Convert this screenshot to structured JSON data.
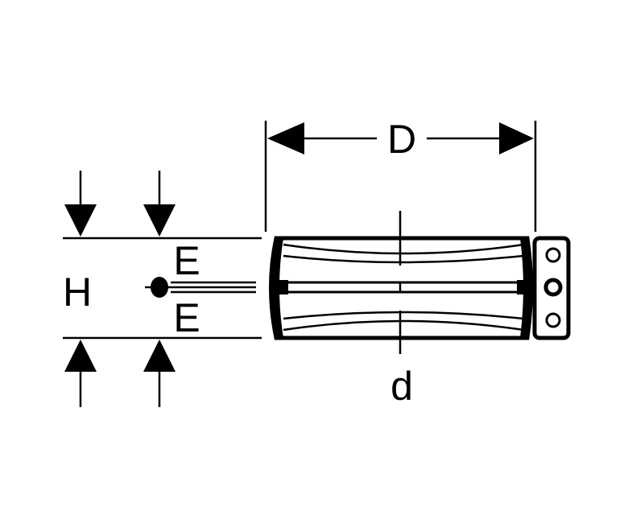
{
  "labels": {
    "D": "D",
    "d": "d",
    "H": "H",
    "E_top": "E",
    "E_bottom": "E"
  },
  "colors": {
    "ink": "#000000",
    "background": "#ffffff"
  }
}
